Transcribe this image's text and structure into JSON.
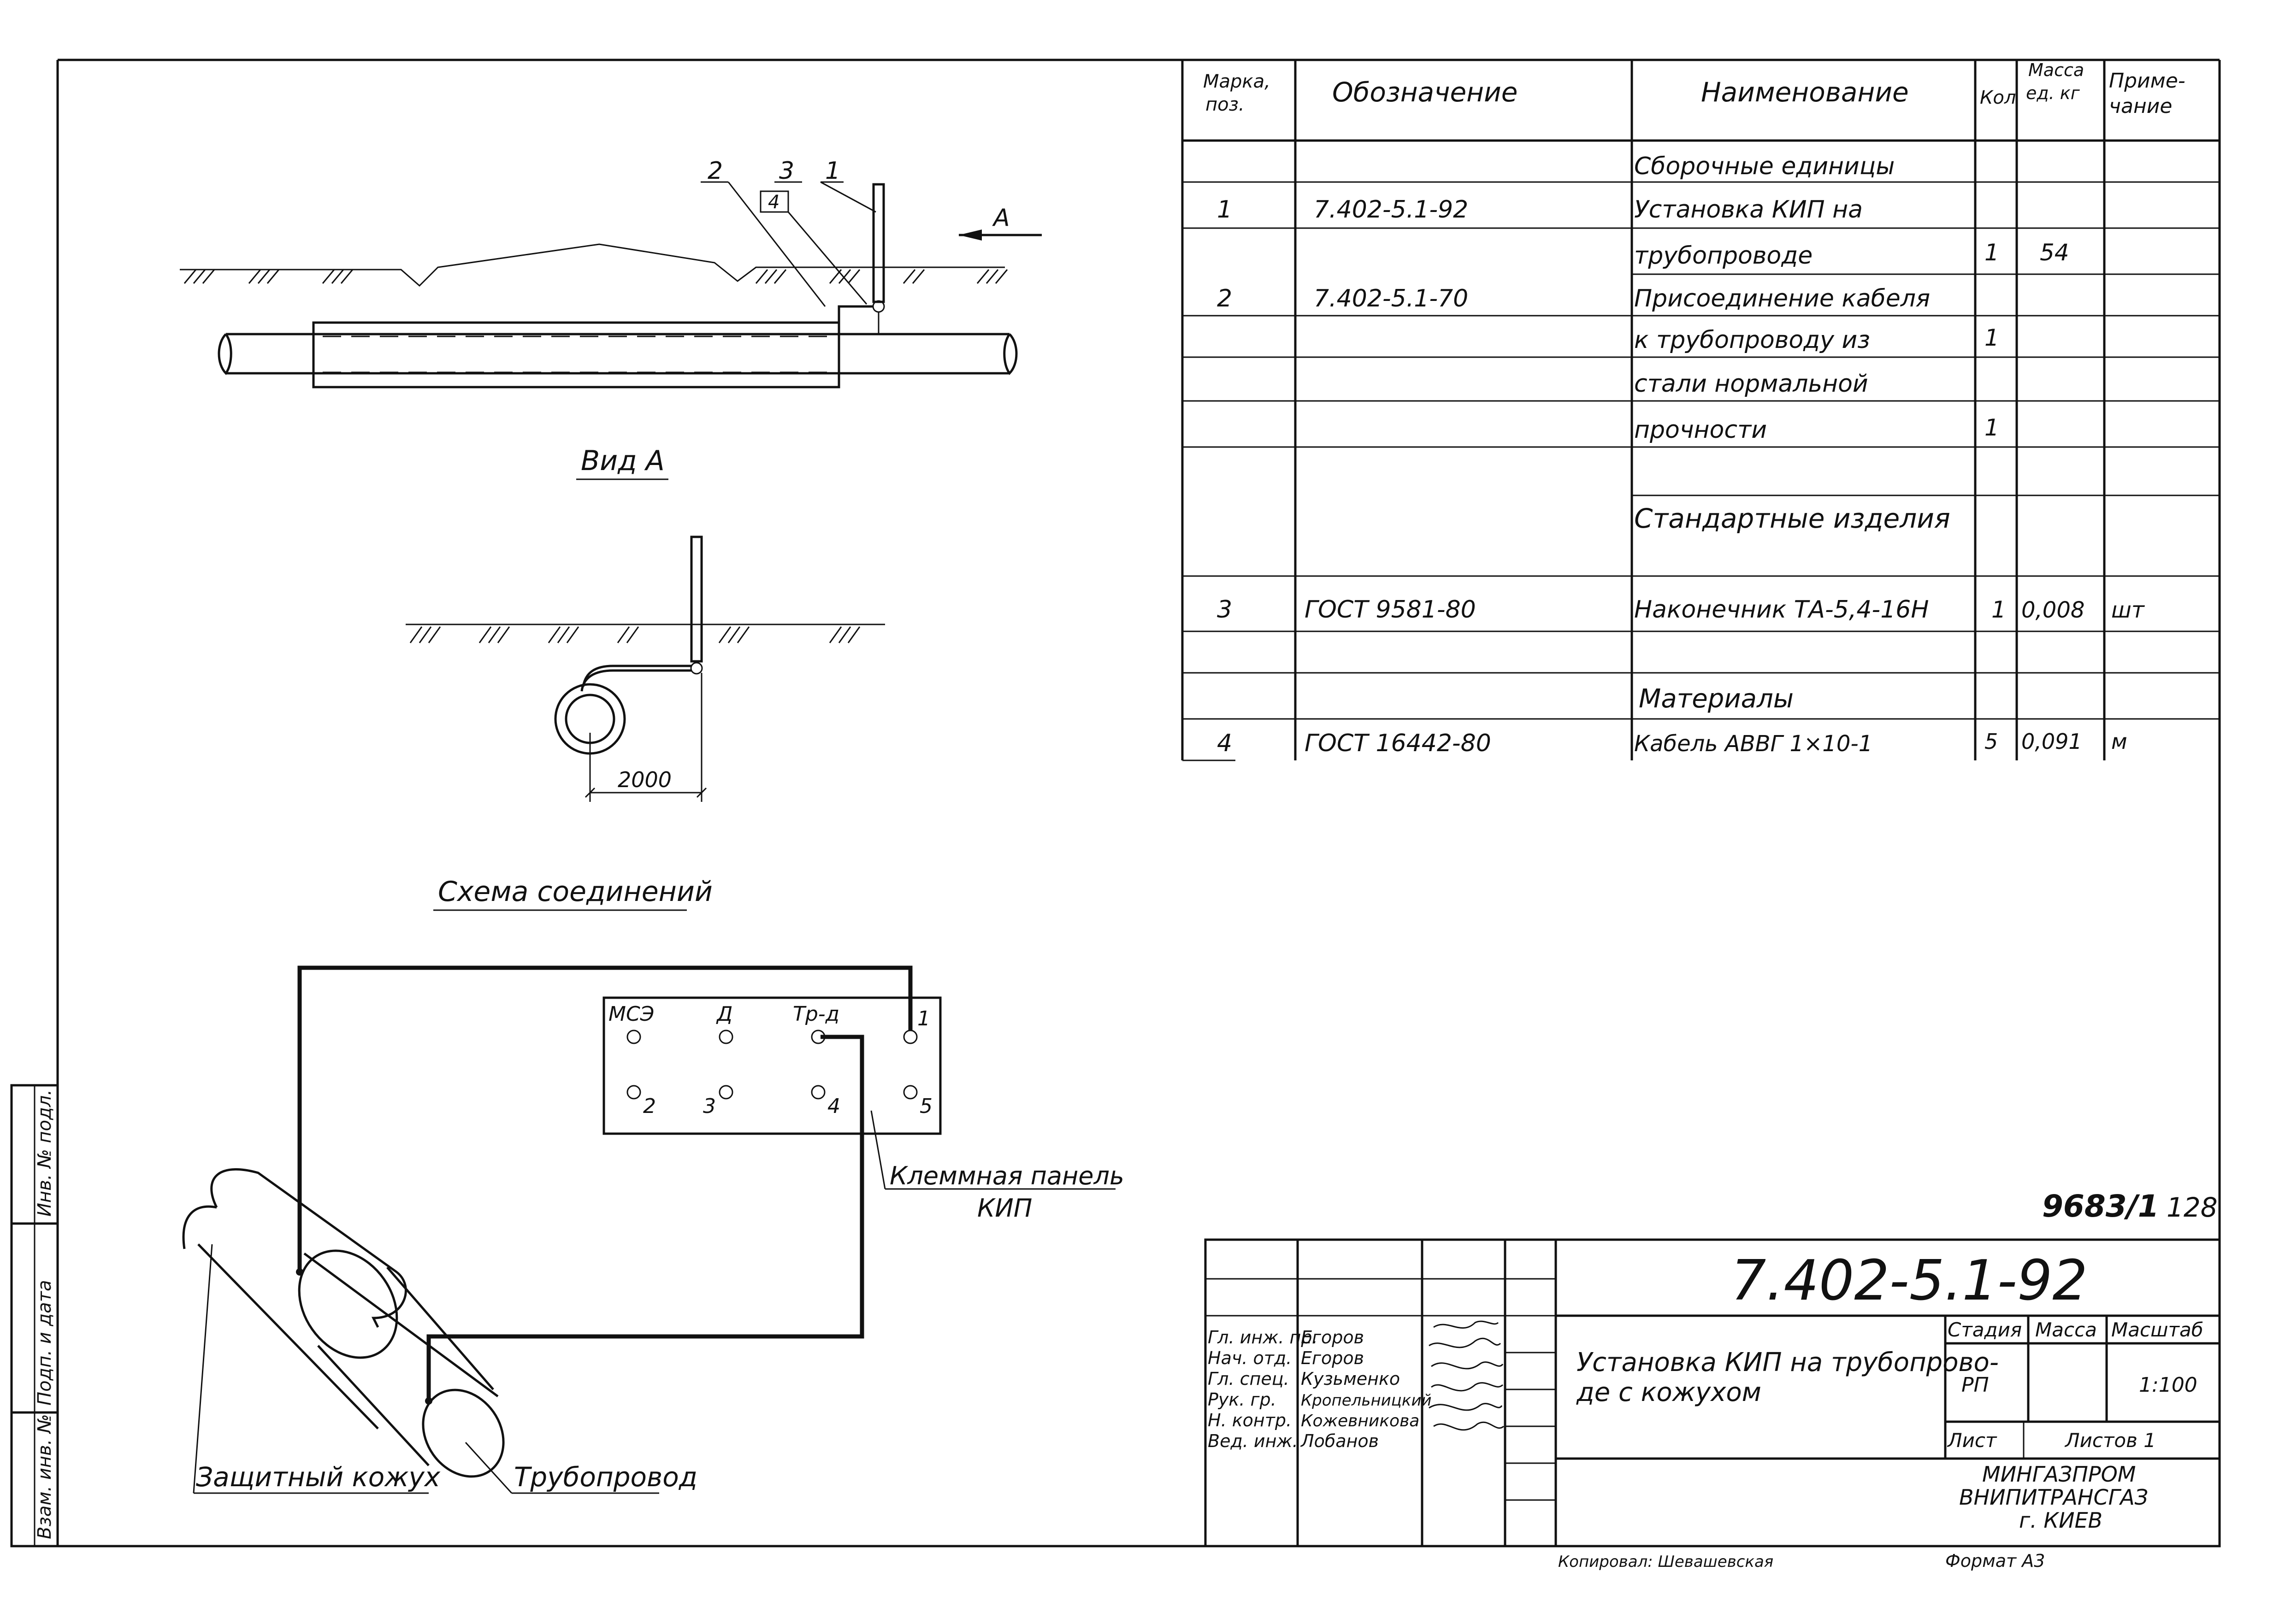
{
  "drawing": {
    "view_a_label": "Вид А",
    "arrow_label": "А",
    "callouts": [
      "2",
      "3",
      "4",
      "1"
    ],
    "dimension": "2000",
    "scheme_title": "Схема соединений",
    "terminals_top": [
      "МСЭ",
      "Д",
      "Тр-д",
      "1"
    ],
    "terminals_bottom": [
      "2",
      "3",
      "4",
      "5"
    ],
    "panel_label_1": "Клеммная панель",
    "panel_label_2": "КИП",
    "casing_label": "Защитный кожух",
    "pipeline_label": "Трубопровод"
  },
  "spec_table": {
    "headers": {
      "mark": [
        "Марка,",
        "поз."
      ],
      "designation": "Обозначение",
      "name": "Наименование",
      "qty": "Кол",
      "mass": [
        "Масса",
        "ед. кг"
      ],
      "note": [
        "Приме-",
        "чание"
      ]
    },
    "rows": [
      {
        "mark": "",
        "designation": "",
        "name": "Сборочные единицы",
        "qty": "",
        "mass": "",
        "note": ""
      },
      {
        "mark": "1",
        "designation": "7.402-5.1-92",
        "name": "Установка КИП на",
        "qty": "",
        "mass": "",
        "note": ""
      },
      {
        "mark": "",
        "designation": "",
        "name": "трубопроводе",
        "qty": "1",
        "mass": "54",
        "note": ""
      },
      {
        "mark": "2",
        "designation": "7.402-5.1-70",
        "name": "Присоединение кабеля",
        "qty": "",
        "mass": "",
        "note": ""
      },
      {
        "mark": "",
        "designation": "",
        "name": "к трубопроводу из",
        "qty": "1",
        "mass": "",
        "note": ""
      },
      {
        "mark": "",
        "designation": "",
        "name": "стали нормальной",
        "qty": "",
        "mass": "",
        "note": ""
      },
      {
        "mark": "",
        "designation": "",
        "name": "прочности",
        "qty": "1",
        "mass": "",
        "note": ""
      },
      {
        "mark": "",
        "designation": "",
        "name": "Стандартные изделия",
        "qty": "",
        "mass": "",
        "note": ""
      },
      {
        "mark": "3",
        "designation": "ГОСТ 9581-80",
        "name": "Наконечник ТА-5,4-16Н",
        "qty": "1",
        "mass": "0,008",
        "note": "шт"
      },
      {
        "mark": "",
        "designation": "",
        "name": "Материалы",
        "qty": "",
        "mass": "",
        "note": ""
      },
      {
        "mark": "4",
        "designation": "ГОСТ 16442-80",
        "name": "Кабель АВВГ 1×10-1",
        "qty": "5",
        "mass": "0,091",
        "note": "м"
      }
    ]
  },
  "title_block": {
    "archive_no": "9683/1",
    "sheet_no": "128",
    "code": "7.402-5.1-92",
    "title": [
      "Установка КИП на трубопрово-",
      "де с кожухом"
    ],
    "stage_label": "Стадия",
    "mass_label": "Масса",
    "scale_label": "Масштаб",
    "stage": "РП",
    "scale": "1:100",
    "sheet_label": "Лист",
    "sheets_label": "Листов 1",
    "org": [
      "МИНГАЗПРОМ",
      "ВНИПИТРАНСГАЗ",
      "г. КИЕВ"
    ],
    "roles": [
      "Гл. инж. пр.",
      "Нач. отд.",
      "Гл. спец.",
      "Рук. гр.",
      "Н. контр.",
      "Вед. инж."
    ],
    "names": [
      "Егоров",
      "Егоров",
      "Кузьменко",
      "Кропельницкий",
      "Кожевникова",
      "Лобанов"
    ],
    "copied_by": "Копировал: Шевашевская",
    "format": "Формат А3"
  },
  "side_stamp": [
    "Инв. № подл.",
    "Подп. и дата",
    "Взам. инв. №"
  ]
}
